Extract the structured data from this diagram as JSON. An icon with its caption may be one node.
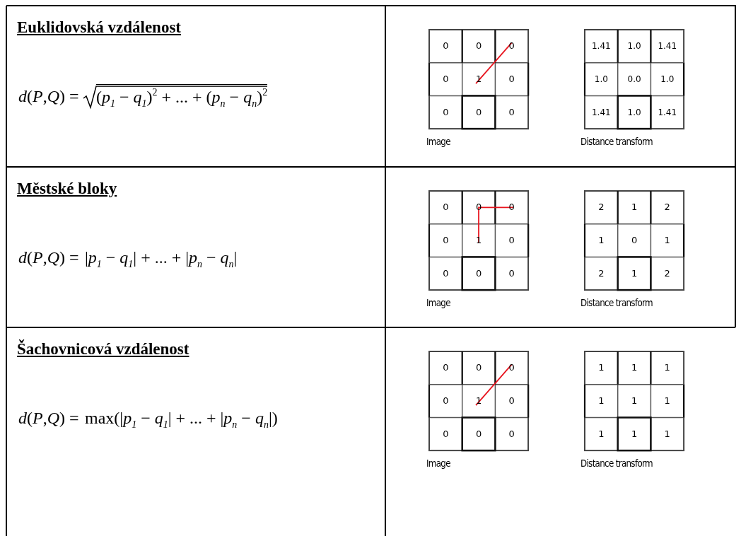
{
  "diagram": {
    "labels": [
      "Euklidovská vzdálenost",
      "*d*(*P*,*Q*) =",
      "(*p*$_{1}$ − *q*$_{1}$)$^{2}$ + ... + (*p*$_{n}$ − *q*$_{n}$)$^{2}$",
      "0",
      "0",
      "0",
      "0",
      "1",
      "0",
      "0",
      "0",
      "0",
      "Image",
      "1.41",
      "1.0",
      "1.41",
      "1.0",
      "0.0",
      "1.0",
      "1.41",
      "1.0",
      "1.41",
      "Distance transform",
      "Městské bloky",
      "*d*(*P*,*Q*) =",
      "|*p*$_{1}$ − *q*$_{1}$| + ... + |*p*$_{n}$ − *q*$_{n}$|",
      "0",
      "0",
      "0",
      "0",
      "1",
      "0",
      "0",
      "0",
      "0",
      "Image",
      "2",
      "1",
      "2",
      "1",
      "0",
      "1",
      "2",
      "1",
      "2",
      "Distance transform",
      "Šachovnicová vzdálenost",
      "*d*(*P*,*Q*) =",
      "max(|*p*$_{1}$ − *q*$_{1}$| + ... + |*p*$_{n}$ − *q*$_{n}$|)",
      "0",
      "0",
      "0",
      "0",
      "1",
      "0",
      "0",
      "0",
      "0",
      "Image",
      "1",
      "1",
      "1",
      "1",
      "1",
      "1",
      "1",
      "1",
      "1",
      "Distance transform"
    ]
  }
}
